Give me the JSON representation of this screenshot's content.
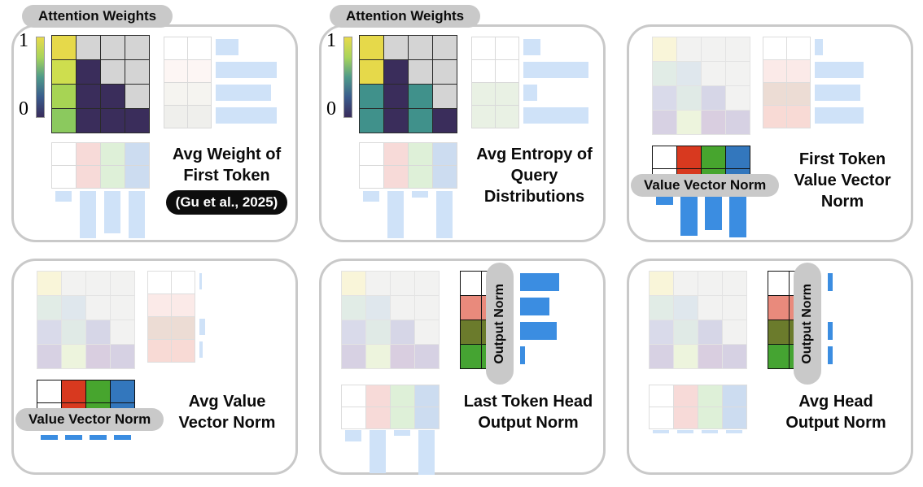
{
  "colors": {
    "panel_border": "#c9c9c9",
    "pill_bg": "#c9c9c9",
    "citation_bg": "#0d0d0d",
    "faded_bar_blue": "#cfe2f8",
    "saturated_bar_blue": "#3b8de1",
    "mask_gray": "#d4d4d4",
    "viridis_purple": "#3a2d5b",
    "viridis_teal": "#40918b",
    "viridis_yellow": "#e6d94a"
  },
  "figure": {
    "panels": [
      {
        "variant": "attention",
        "tag": "Attention Weights",
        "colorbar": {
          "top_label": "1",
          "bottom_label": "0",
          "gradient": [
            "#e8da4b",
            "#a8d45a",
            "#4f9a8a",
            "#3a5b8c",
            "#392c5b"
          ]
        },
        "heatmap": {
          "border": "#2a2a2a",
          "cells": [
            [
              "#e6d94a",
              "#d4d4d4",
              "#d4d4d4",
              "#d4d4d4"
            ],
            [
              "#cede4e",
              "#3a2d5b",
              "#d4d4d4",
              "#d4d4d4"
            ],
            [
              "#a7d454",
              "#3a2d5b",
              "#3a2d5b",
              "#d4d4d4"
            ],
            [
              "#8bc95e",
              "#3a2d5b",
              "#3a2d5b",
              "#3a2d5b"
            ]
          ]
        },
        "side_grid": {
          "border": "#d9d9d9",
          "rows": [
            "#ffffff",
            "#fdf6f4",
            "#f5f4f0",
            "#efefec"
          ]
        },
        "side_bars": {
          "color": "#cfe2f8",
          "values": [
            0.3,
            0.8,
            0.72,
            0.8
          ]
        },
        "bottom_grid": {
          "border": "#d9d9d9",
          "columns": [
            "#ffffff",
            "#f7dad8",
            "#def0d8",
            "#ccdcf0"
          ]
        },
        "bottom_bars": {
          "color": "#cfe2f8",
          "values": [
            0.22,
            0.97,
            0.87,
            0.97
          ]
        },
        "caption_lines": [
          "Avg Weight of",
          "First Token"
        ],
        "citation": "(Gu et al., 2025)"
      },
      {
        "variant": "attention",
        "tag": "Attention Weights",
        "colorbar": {
          "top_label": "1",
          "bottom_label": "0",
          "gradient": [
            "#e8da4b",
            "#a8d45a",
            "#4f9a8a",
            "#3a5b8c",
            "#392c5b"
          ]
        },
        "heatmap": {
          "border": "#2a2a2a",
          "cells": [
            [
              "#e6d94a",
              "#d4d4d4",
              "#d4d4d4",
              "#d4d4d4"
            ],
            [
              "#e6d94a",
              "#3a2d5b",
              "#d4d4d4",
              "#d4d4d4"
            ],
            [
              "#40918b",
              "#3a2d5b",
              "#40918b",
              "#d4d4d4"
            ],
            [
              "#40918b",
              "#3a2d5b",
              "#40918b",
              "#3a2d5b"
            ]
          ]
        },
        "side_grid": {
          "border": "#d9d9d9",
          "rows": [
            "#ffffff",
            "#ffffff",
            "#e9f1e4",
            "#e9f1e4"
          ]
        },
        "side_bars": {
          "color": "#cfe2f8",
          "values": [
            0.22,
            0.85,
            0.18,
            0.85
          ]
        },
        "bottom_grid": {
          "border": "#d9d9d9",
          "columns": [
            "#ffffff",
            "#f7dad8",
            "#def0d8",
            "#ccdcf0"
          ]
        },
        "bottom_bars": {
          "color": "#cfe2f8",
          "values": [
            0.22,
            0.97,
            0.14,
            0.97
          ]
        },
        "caption_lines": [
          "Avg Entropy of",
          "Query",
          "Distributions"
        ],
        "citation": ""
      },
      {
        "variant": "value",
        "heatmap": {
          "border": "#e3e3e3",
          "cells": [
            [
              "#f9f5d9",
              "#f2f2f1",
              "#f2f2f1",
              "#f2f2f1"
            ],
            [
              "#e1ece6",
              "#dfe7ed",
              "#f2f2f1",
              "#f2f2f1"
            ],
            [
              "#d9daea",
              "#e0eae6",
              "#d6d6e7",
              "#f2f2f1"
            ],
            [
              "#d7d1e3",
              "#edf4dd",
              "#d9cee0",
              "#d6d1e3"
            ]
          ]
        },
        "side_grid": {
          "border": "#ddd",
          "rows": [
            "#ffffff",
            "#fbeae8",
            "#ecdcd4",
            "#f8dad5"
          ]
        },
        "side_bars": {
          "color": "#cfe2f8",
          "values": [
            0.12,
            0.75,
            0.7,
            0.75
          ]
        },
        "bottom_grid": {
          "border": "#111",
          "columns": [
            "#ffffff",
            "#d8391f",
            "#47a52e",
            "#3377bd"
          ]
        },
        "bottom_bars": {
          "color": "#3b8de1",
          "values": [
            0.3,
            0.95,
            0.82,
            0.98
          ]
        },
        "overlay_pill": "Value Vector Norm",
        "caption_lines": [
          "First Token",
          "Value Vector",
          "Norm"
        ],
        "citation": ""
      },
      {
        "variant": "value",
        "heatmap": {
          "border": "#e3e3e3",
          "cells": [
            [
              "#f9f5d9",
              "#f2f2f1",
              "#f2f2f1",
              "#f2f2f1"
            ],
            [
              "#e1ece6",
              "#dfe7ed",
              "#f2f2f1",
              "#f2f2f1"
            ],
            [
              "#d9daea",
              "#e0eae6",
              "#d6d6e7",
              "#f2f2f1"
            ],
            [
              "#d7d1e3",
              "#edf4dd",
              "#d9cee0",
              "#d6d1e3"
            ]
          ]
        },
        "side_grid": {
          "border": "#ddd",
          "rows": [
            "#ffffff",
            "#fbeae8",
            "#ecdcd4",
            "#f8dad5"
          ]
        },
        "side_bars": {
          "color": "#cfe2f8",
          "values": [
            0.04,
            0,
            0.09,
            0.05
          ]
        },
        "bottom_grid": {
          "border": "#111",
          "columns": [
            "#ffffff",
            "#d8391f",
            "#47a52e",
            "#3377bd"
          ]
        },
        "bottom_bars": {
          "color": "#3b8de1",
          "values": [
            0.1,
            0.1,
            0.1,
            0.1
          ]
        },
        "overlay_pill": "Value Vector Norm",
        "caption_lines": [
          "Avg Value",
          "Vector Norm"
        ],
        "citation": ""
      },
      {
        "variant": "output",
        "heatmap": {
          "border": "#e3e3e3",
          "cells": [
            [
              "#f9f5d9",
              "#f2f2f1",
              "#f2f2f1",
              "#f2f2f1"
            ],
            [
              "#e1ece6",
              "#dfe7ed",
              "#f2f2f1",
              "#f2f2f1"
            ],
            [
              "#d9daea",
              "#e0eae6",
              "#d6d6e7",
              "#f2f2f1"
            ],
            [
              "#d7d1e3",
              "#edf4dd",
              "#d9cee0",
              "#d6d1e3"
            ]
          ]
        },
        "side_grid": {
          "border": "#111",
          "rows": [
            "#ffffff",
            "#e98a7c",
            "#6b7b2c",
            "#45a432"
          ]
        },
        "side_bars": {
          "color": "#3b8de1",
          "values": [
            0.82,
            0.62,
            0.78,
            0.1
          ]
        },
        "bottom_grid": {
          "border": "#ddd",
          "columns": [
            "#ffffff",
            "#f7dad8",
            "#def0d8",
            "#ccdcf0"
          ]
        },
        "bottom_bars": {
          "color": "#cfe2f8",
          "values": [
            0.25,
            0.95,
            0.12,
            0.98
          ]
        },
        "overlay_pill": "Output Norm",
        "caption_lines": [
          "Last Token Head",
          "Output Norm"
        ],
        "citation": ""
      },
      {
        "variant": "output",
        "heatmap": {
          "border": "#e3e3e3",
          "cells": [
            [
              "#f9f5d9",
              "#f2f2f1",
              "#f2f2f1",
              "#f2f2f1"
            ],
            [
              "#e1ece6",
              "#dfe7ed",
              "#f2f2f1",
              "#f2f2f1"
            ],
            [
              "#d9daea",
              "#e0eae6",
              "#d6d6e7",
              "#f2f2f1"
            ],
            [
              "#d7d1e3",
              "#edf4dd",
              "#d9cee0",
              "#d6d1e3"
            ]
          ]
        },
        "side_grid": {
          "border": "#111",
          "rows": [
            "#ffffff",
            "#e98a7c",
            "#6b7b2c",
            "#45a432"
          ]
        },
        "side_bars": {
          "color": "#3b8de1",
          "values": [
            0.1,
            0,
            0.1,
            0.1
          ]
        },
        "bottom_grid": {
          "border": "#ddd",
          "columns": [
            "#ffffff",
            "#f7dad8",
            "#def0d8",
            "#ccdcf0"
          ]
        },
        "bottom_bars": {
          "color": "#cfe2f8",
          "values": [
            0.07,
            0.07,
            0.07,
            0.07
          ]
        },
        "overlay_pill": "Output Norm",
        "caption_lines": [
          "Avg Head",
          "Output Norm"
        ],
        "citation": ""
      }
    ]
  }
}
